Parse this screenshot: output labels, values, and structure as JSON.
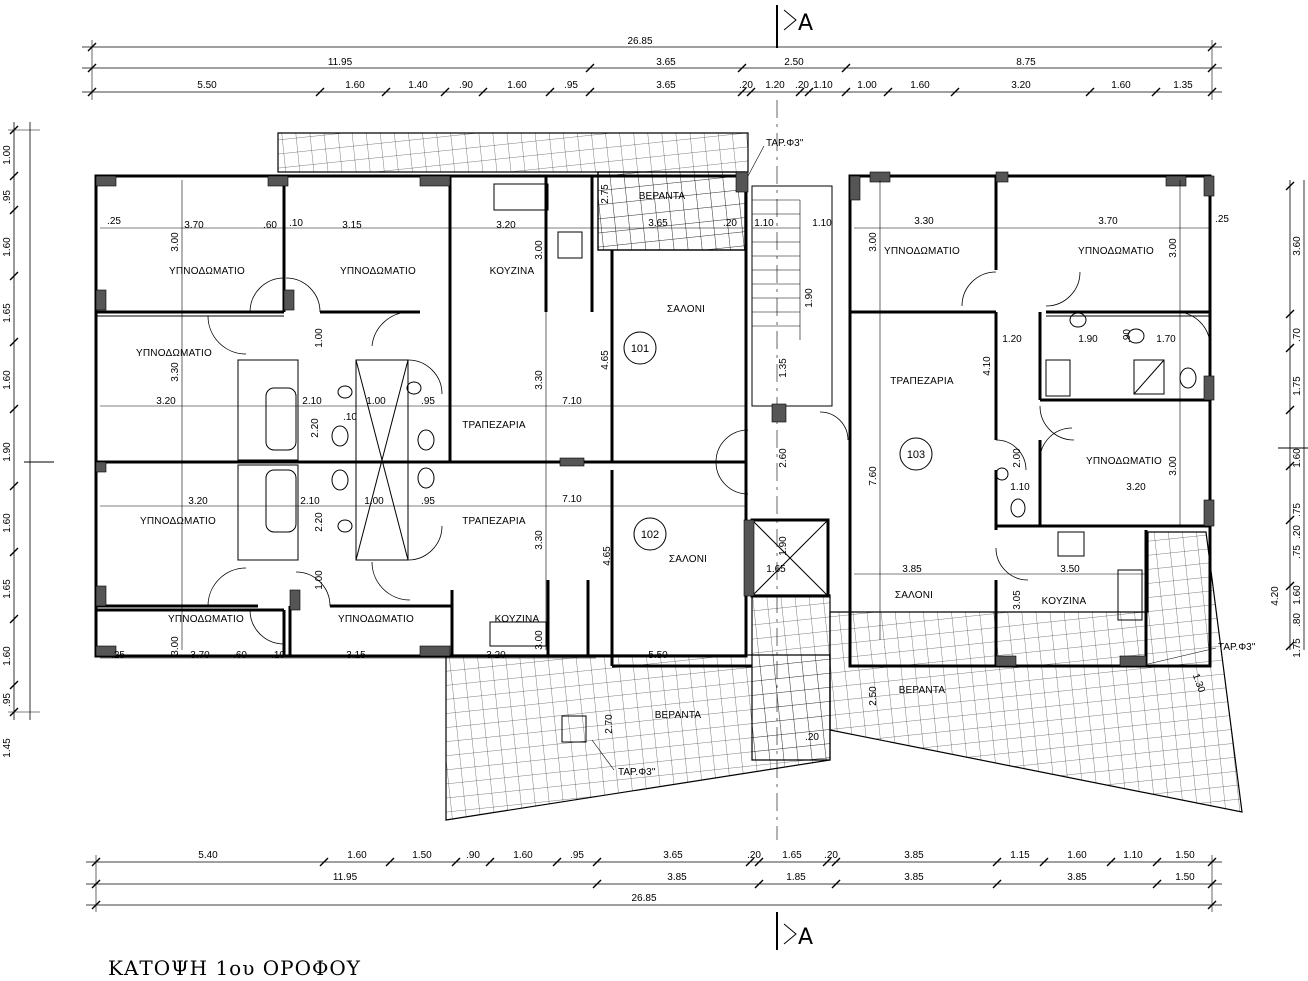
{
  "title": "ΚΑΤΟΨΗ 1ου ΟΡΟΦΟΥ",
  "section_marker": "A",
  "rooms": {
    "bedroom": "ΥΠΝΟΔΩΜΑΤΙΟ",
    "kitchen": "ΚΟΥΖΙΝΑ",
    "living": "ΣΑΛΟΝΙ",
    "dining": "ΤΡΑΠΕΖΑΡΙΑ",
    "veranda": "ΒΕΡΑΝΤΑ"
  },
  "units": [
    "101",
    "102",
    "103"
  ],
  "drain_label": "ΤΑΡ.Φ3''",
  "top_dims": {
    "row1": [
      "26.85"
    ],
    "row2": [
      "11.95",
      "3.65",
      "2.50",
      "8.75"
    ],
    "row3": [
      "5.50",
      "1.60",
      "1.40",
      ".90",
      "1.60",
      ".95",
      "3.65",
      ".20",
      "1.20",
      ".20",
      "1.10",
      "1.00",
      "1.60",
      "3.20",
      "1.60",
      "1.35"
    ]
  },
  "bottom_dims": {
    "row1": [
      "5.40",
      "1.60",
      "1.50",
      ".90",
      "1.60",
      ".95",
      "3.65",
      ".20",
      "1.65",
      ".20",
      "3.85",
      "1.15",
      "1.60",
      "1.10",
      "1.50"
    ],
    "row2": [
      "11.95",
      "3.85",
      "1.85",
      "3.85",
      "3.85",
      "1.50"
    ],
    "row3": [
      "26.85"
    ]
  },
  "left_dims": [
    "1.00",
    ".95",
    "1.60",
    "1.65",
    "1.60",
    "1.90",
    "1.60",
    "1.65",
    "1.60",
    ".95",
    "1.45"
  ],
  "right_dims": [
    "3.60",
    ".70",
    "1.75",
    "1.60",
    ".75",
    ".20",
    ".75",
    "1.60",
    "4.20",
    ".80",
    "1.75"
  ],
  "inner_dims": {
    "a": [
      "3.70",
      "3.15",
      "3.20",
      "3.65",
      "3.00",
      "3.00",
      "2.75",
      ".25",
      ".60",
      ".10",
      ".20",
      "1.10",
      "1.10",
      "1.90"
    ],
    "b": [
      "3.20",
      "3.30",
      "2.10",
      "2.20",
      "1.00",
      "1.00",
      ".10",
      ".95",
      "7.10",
      "3.30",
      "4.65",
      "1.35",
      "2.60"
    ],
    "c": [
      "3.20",
      "2.10",
      "2.20",
      "1.00",
      "1.00",
      ".95",
      "7.10",
      "3.30",
      "4.65",
      "1.90",
      "1.65"
    ],
    "d": [
      "3.70",
      "3.15",
      "3.20",
      "3.00",
      "3.00",
      "5.50",
      "2.70",
      ".25",
      ".60",
      ".10",
      ".20"
    ],
    "e": [
      "3.30",
      "3.70",
      "3.00",
      "3.00",
      "1.20",
      "1.90",
      "1.70",
      "4.10",
      "7.60",
      "2.00",
      "3.20",
      "3.00",
      "3.85",
      "3.50",
      "3.05",
      "2.50",
      "1.30",
      "1.10",
      ".90",
      ".25"
    ]
  }
}
